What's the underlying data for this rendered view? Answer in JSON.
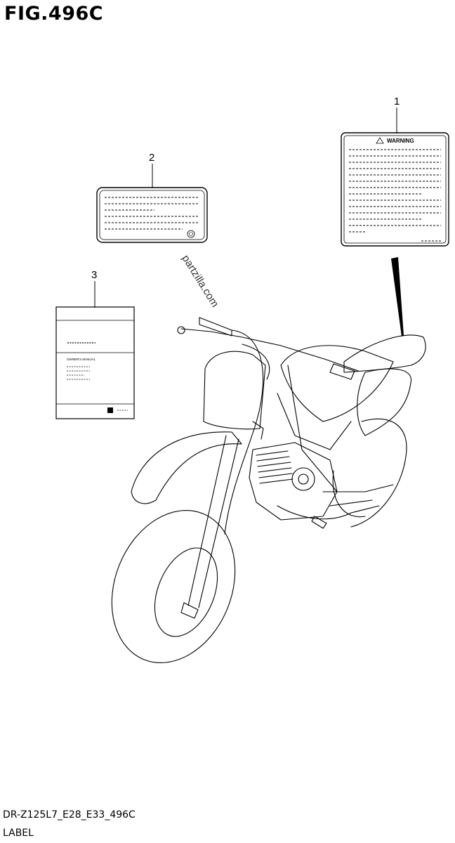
{
  "figure": {
    "title": "FIG.496C"
  },
  "callouts": [
    {
      "id": "callout-1",
      "number": "1"
    },
    {
      "id": "callout-2",
      "number": "2"
    },
    {
      "id": "callout-3",
      "number": "3"
    }
  ],
  "parts": {
    "warning_label": {
      "heading": "WARNING"
    },
    "owners_manual": {
      "title": "OWNER'S MANUAL"
    }
  },
  "watermark": "partzilla.com",
  "footer": {
    "code": "DR-Z125L7_E28_E33_496C",
    "caption": "LABEL"
  }
}
